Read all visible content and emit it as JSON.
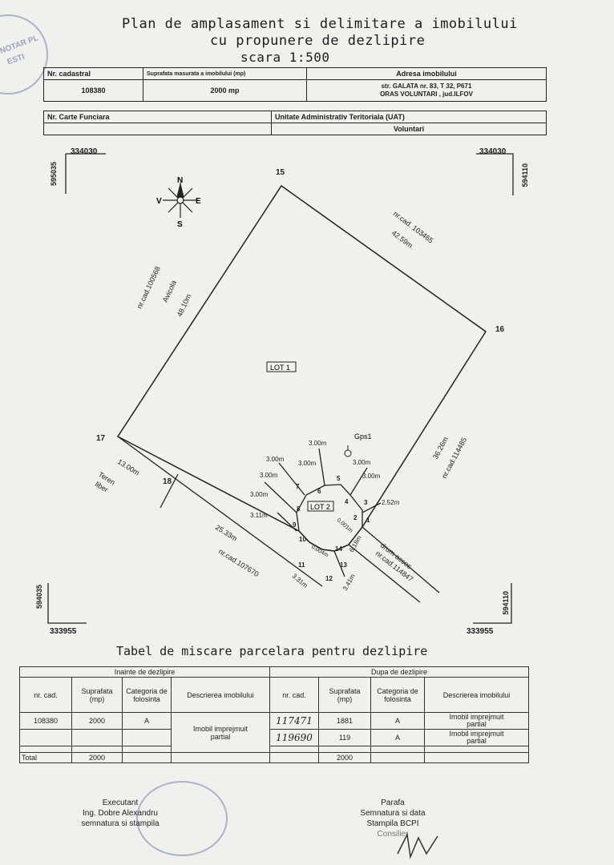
{
  "header": {
    "title_line1": "Plan de amplasament si delimitare a imobilului",
    "title_line2": "cu propunere de dezlipire",
    "scale": "scara 1:500"
  },
  "info_table": {
    "cadastral_label": "Nr. cadastral",
    "cadastral_value": "108380",
    "area_label": "Suprafata masurata a imobilului (mp)",
    "area_value": "2000 mp",
    "address_label": "Adresa imobilului",
    "address_line1": "str. GALATA nr. 83, T 32, P671",
    "address_line2": "ORAS VOLUNTARI , jud.ILFOV",
    "cf_label": "Nr. Carte Funciara",
    "cf_value": "",
    "uat_label": "Unitate Administrativ Teritoriala (UAT)",
    "uat_value": "Voluntari"
  },
  "coords": {
    "top_left_x": "334030",
    "top_left_y": "595035",
    "top_right_x": "334030",
    "top_right_y": "594110",
    "bottom_left_x": "333955",
    "bottom_left_y": "594035",
    "bottom_right_x": "333955",
    "bottom_right_y": "594110"
  },
  "compass": {
    "n": "N",
    "s": "S",
    "e": "E",
    "v": "V"
  },
  "plan": {
    "points": {
      "p15": "15",
      "p16": "16",
      "p17": "17",
      "p18": "18",
      "p1": "1",
      "p2": "2",
      "p3": "3",
      "p4": "4",
      "p5": "5",
      "p6": "6",
      "p7": "7",
      "p8": "8",
      "p9": "9",
      "p10": "10",
      "p11": "11",
      "p12": "12",
      "p13": "13",
      "p14": "14"
    },
    "labels": {
      "lot1": "LOT 1",
      "lot2": "LOT 2",
      "gps": "Gps1",
      "top_right_neighbor": "nr.cad. 103465",
      "top_right_len": "42.59m",
      "left_neighbor": "nr.cad.100568",
      "left_street": "Avicola",
      "left_len": "48.10m",
      "right_len": "36.26m",
      "right_neighbor": "nr.cad.114485",
      "bottom_left_len": "13.00m",
      "teren_1": "Teren",
      "teren_2": "liber",
      "bottom_len": "25.33m",
      "bottom_neighbor": "nr.cad.107670",
      "drum_1": "drum acces",
      "drum_2": "nr.cad.114847",
      "d1": "3.00m",
      "d2": "3.00m",
      "d3": "3.00m",
      "d4": "3.00m",
      "d5": "3.00m",
      "d6": "3.00m",
      "d7": "3.00m",
      "d_252": "2.52m",
      "d_311": "3.11m",
      "d_001": "0.001m",
      "d_618": "6.18m",
      "d_0004": "0.004m",
      "d_331": "3.31m",
      "d_341": "3.41m"
    }
  },
  "movement_table": {
    "title": "Tabel de miscare parcelara pentru dezlipire",
    "before_title": "Inainte de dezlipire",
    "after_title": "Dupa de dezlipire",
    "col_nrcad": "nr. cad.",
    "col_area": "Suprafata (mp)",
    "col_category": "Categoria de folosinta",
    "col_desc": "Descrierea imobilului",
    "before": {
      "nrcad": "108380",
      "area": "2000",
      "category": "A",
      "desc_1": "Imobil imprejmuit",
      "desc_2": "partial"
    },
    "after": [
      {
        "nrcad": "117471",
        "area": "1881",
        "category": "A",
        "desc_1": "Imobil imprejmuit",
        "desc_2": "partial"
      },
      {
        "nrcad": "119690",
        "area": "119",
        "category": "A",
        "desc_1": "Imobil imprejmuit",
        "desc_2": "partial"
      }
    ],
    "total_label": "Total",
    "total_before": "2000",
    "total_after": "2000"
  },
  "signatures": {
    "left_1": "Executant",
    "left_2": "Ing. Dobre Alexandru",
    "left_3": "semnatura si stampila",
    "right_1": "Parafa",
    "right_2": "Semnatura si data",
    "right_3": "Stampila BCPI",
    "right_4": "Consilier"
  },
  "stamp": {
    "text_1": "NOTAR PL",
    "text_2": "ESTI"
  }
}
